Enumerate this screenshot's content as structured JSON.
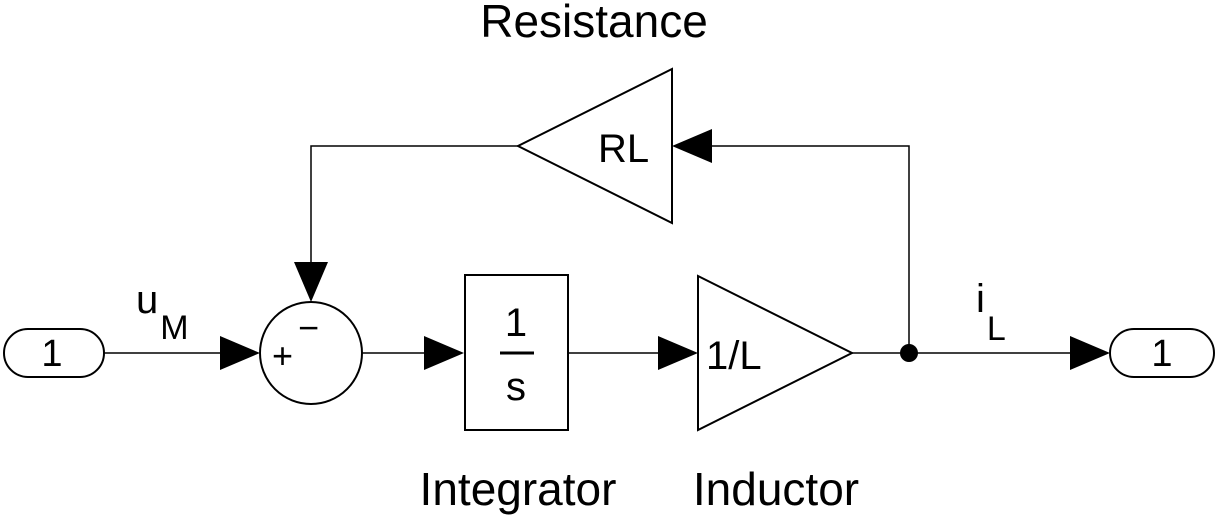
{
  "inport": {
    "label": "1"
  },
  "outport": {
    "label": "1"
  },
  "signals": {
    "input": {
      "main": "u",
      "sub": "M"
    },
    "output": {
      "main": "i",
      "sub": "L"
    }
  },
  "sum": {
    "plus": "+",
    "minus": "−"
  },
  "integrator": {
    "numerator": "1",
    "denominator": "s",
    "caption": "Integrator"
  },
  "inductor": {
    "gain": "1/L",
    "caption": "Inductor"
  },
  "resistance": {
    "gain": "RL",
    "caption": "Resistance"
  }
}
